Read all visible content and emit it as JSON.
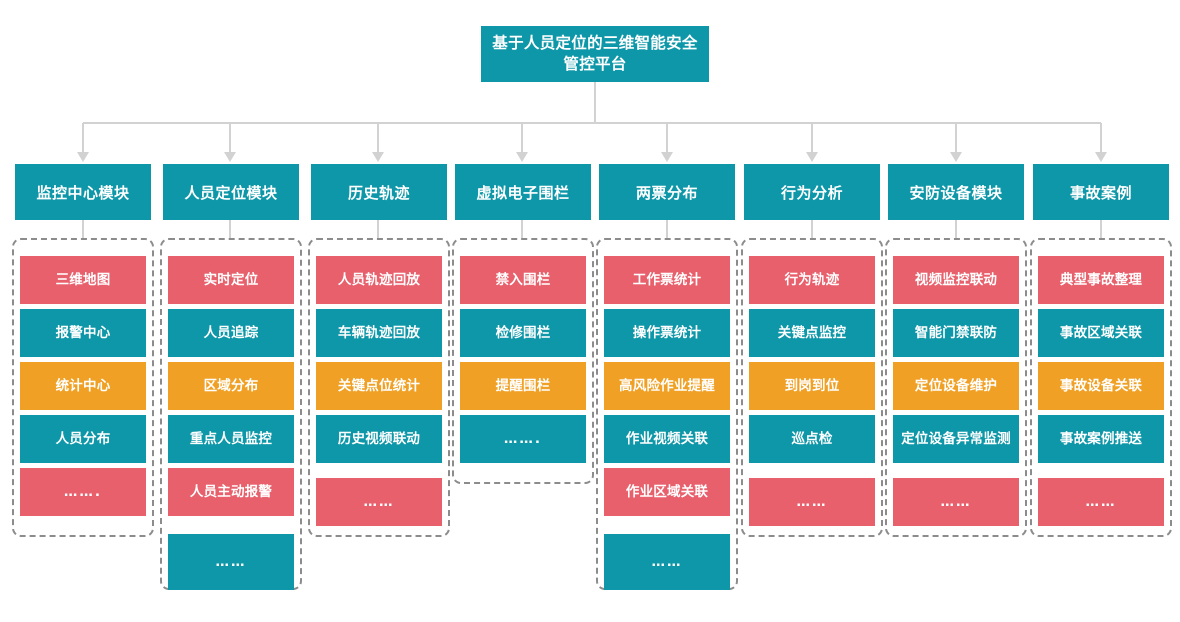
{
  "diagram": {
    "root": {
      "label": "基于人员定位的三维智能安全管控平台"
    },
    "palette": {
      "teal": "#0d97a8",
      "red": "#e8606c",
      "orange": "#f0a125",
      "connector": "#d2d2d2",
      "group_outline": "#8c8c8c",
      "background": "#ffffff"
    },
    "columns": [
      {
        "header": "监控中心模块",
        "items": [
          {
            "label": "三维地图",
            "color": "red"
          },
          {
            "label": "报警中心",
            "color": "teal"
          },
          {
            "label": "统计中心",
            "color": "orange"
          },
          {
            "label": "人员分布",
            "color": "teal"
          },
          {
            "label": "…….",
            "color": "red"
          }
        ]
      },
      {
        "header": "人员定位模块",
        "items": [
          {
            "label": "实时定位",
            "color": "red"
          },
          {
            "label": "人员追踪",
            "color": "teal"
          },
          {
            "label": "区域分布",
            "color": "orange"
          },
          {
            "label": "重点人员监控",
            "color": "teal"
          },
          {
            "label": "人员主动报警",
            "color": "red"
          },
          {
            "label": "……",
            "color": "teal"
          }
        ]
      },
      {
        "header": "历史轨迹",
        "items": [
          {
            "label": "人员轨迹回放",
            "color": "red"
          },
          {
            "label": "车辆轨迹回放",
            "color": "teal"
          },
          {
            "label": "关键点位统计",
            "color": "orange"
          },
          {
            "label": "历史视频联动",
            "color": "teal"
          },
          {
            "label": "……",
            "color": "red"
          }
        ]
      },
      {
        "header": "虚拟电子围栏",
        "items": [
          {
            "label": "禁入围栏",
            "color": "red"
          },
          {
            "label": "检修围栏",
            "color": "teal"
          },
          {
            "label": "提醒围栏",
            "color": "orange"
          },
          {
            "label": "…….",
            "color": "teal"
          }
        ]
      },
      {
        "header": "两票分布",
        "items": [
          {
            "label": "工作票统计",
            "color": "red"
          },
          {
            "label": "操作票统计",
            "color": "teal"
          },
          {
            "label": "高风险作业提醒",
            "color": "orange"
          },
          {
            "label": "作业视频关联",
            "color": "teal"
          },
          {
            "label": "作业区域关联",
            "color": "red"
          },
          {
            "label": "……",
            "color": "teal"
          }
        ]
      },
      {
        "header": "行为分析",
        "items": [
          {
            "label": "行为轨迹",
            "color": "red"
          },
          {
            "label": "关键点监控",
            "color": "teal"
          },
          {
            "label": "到岗到位",
            "color": "orange"
          },
          {
            "label": "巡点检",
            "color": "teal"
          },
          {
            "label": "……",
            "color": "red"
          }
        ]
      },
      {
        "header": "安防设备模块",
        "items": [
          {
            "label": "视频监控联动",
            "color": "red"
          },
          {
            "label": "智能门禁联防",
            "color": "teal"
          },
          {
            "label": "定位设备维护",
            "color": "orange"
          },
          {
            "label": "定位设备异常监测",
            "color": "teal"
          },
          {
            "label": "……",
            "color": "red"
          }
        ]
      },
      {
        "header": "事故案例",
        "items": [
          {
            "label": "典型事故整理",
            "color": "red"
          },
          {
            "label": "事故区域关联",
            "color": "teal"
          },
          {
            "label": "事故设备关联",
            "color": "orange"
          },
          {
            "label": "事故案例推送",
            "color": "teal"
          },
          {
            "label": "……",
            "color": "red"
          }
        ]
      }
    ]
  }
}
